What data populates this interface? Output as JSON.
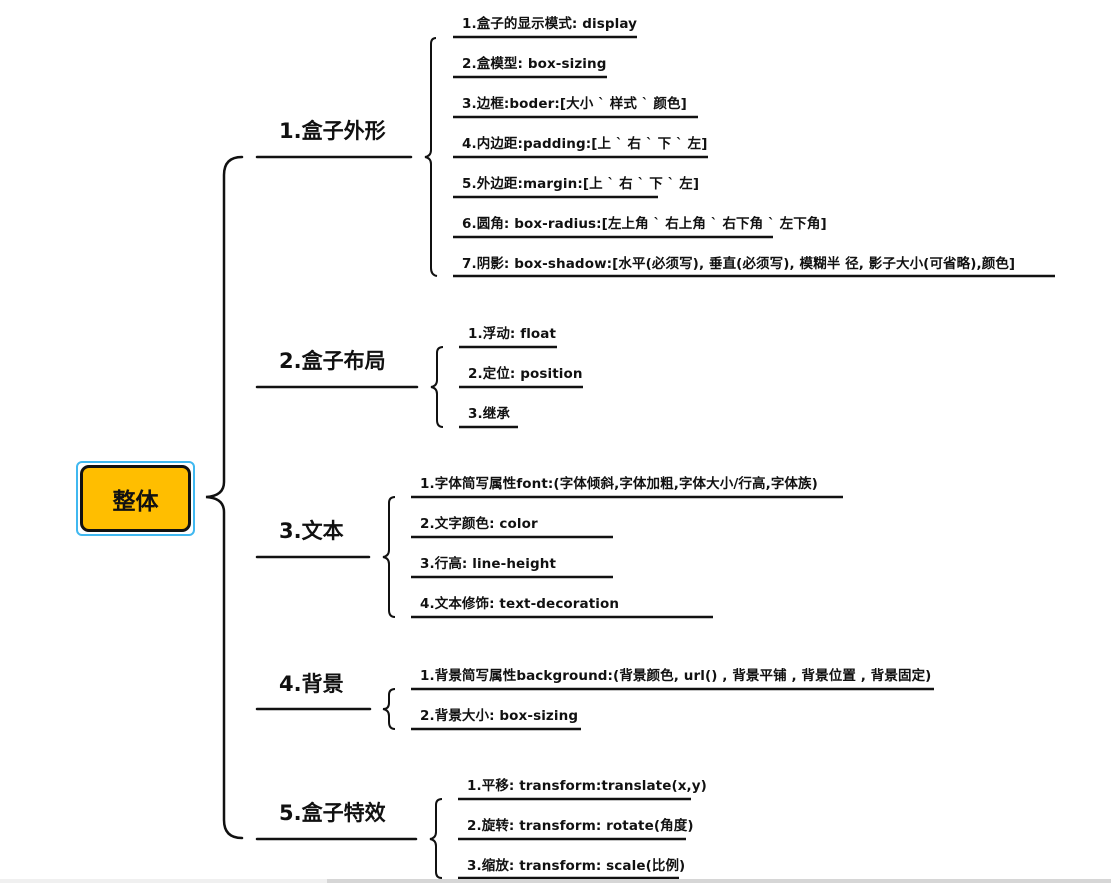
{
  "root": {
    "label": "整体",
    "fill": "#ffbe00",
    "selection_outline": "#40b8f0"
  },
  "branches": [
    {
      "label": "1.盒子外形",
      "children": [
        "1.盒子的显示模式: display",
        "2.盒模型: box-sizing",
        "3.边框:boder:[大小 ` 样式 `  颜色]",
        "4.内边距:padding:[上 ` 右 ` 下 ` 左]",
        "5.外边距:margin:[上 ` 右 ` 下 ` 左]",
        "6.圆角: box-radius:[左上角 ` 右上角 ` 右下角 ` 左下角]",
        "7.阴影: box-shadow:[水平(必须写), 垂直(必须写), 模糊半  径, 影子大小(可省略),颜色]"
      ]
    },
    {
      "label": "2.盒子布局",
      "children": [
        "1.浮动: float",
        "2.定位: position",
        "3.继承"
      ]
    },
    {
      "label": "3.文本",
      "children": [
        "1.字体简写属性font:(字体倾斜,字体加粗,字体大小/行高,字体族)",
        "2.文字颜色: color",
        "3.行高: line-height",
        "4.文本修饰: text-decoration"
      ]
    },
    {
      "label": "4.背景",
      "children": [
        "1.背景简写属性background:(背景颜色, url() , 背景平铺 , 背景位置 , 背景固定)",
        "2.背景大小: box-sizing"
      ]
    },
    {
      "label": "5.盒子特效",
      "children": [
        "1.平移: transform:translate(x,y)",
        "2.旋转: transform: rotate(角度)",
        "3.缩放: transform: scale(比例)"
      ]
    }
  ],
  "scrollbar": {
    "orientation": "horizontal"
  }
}
